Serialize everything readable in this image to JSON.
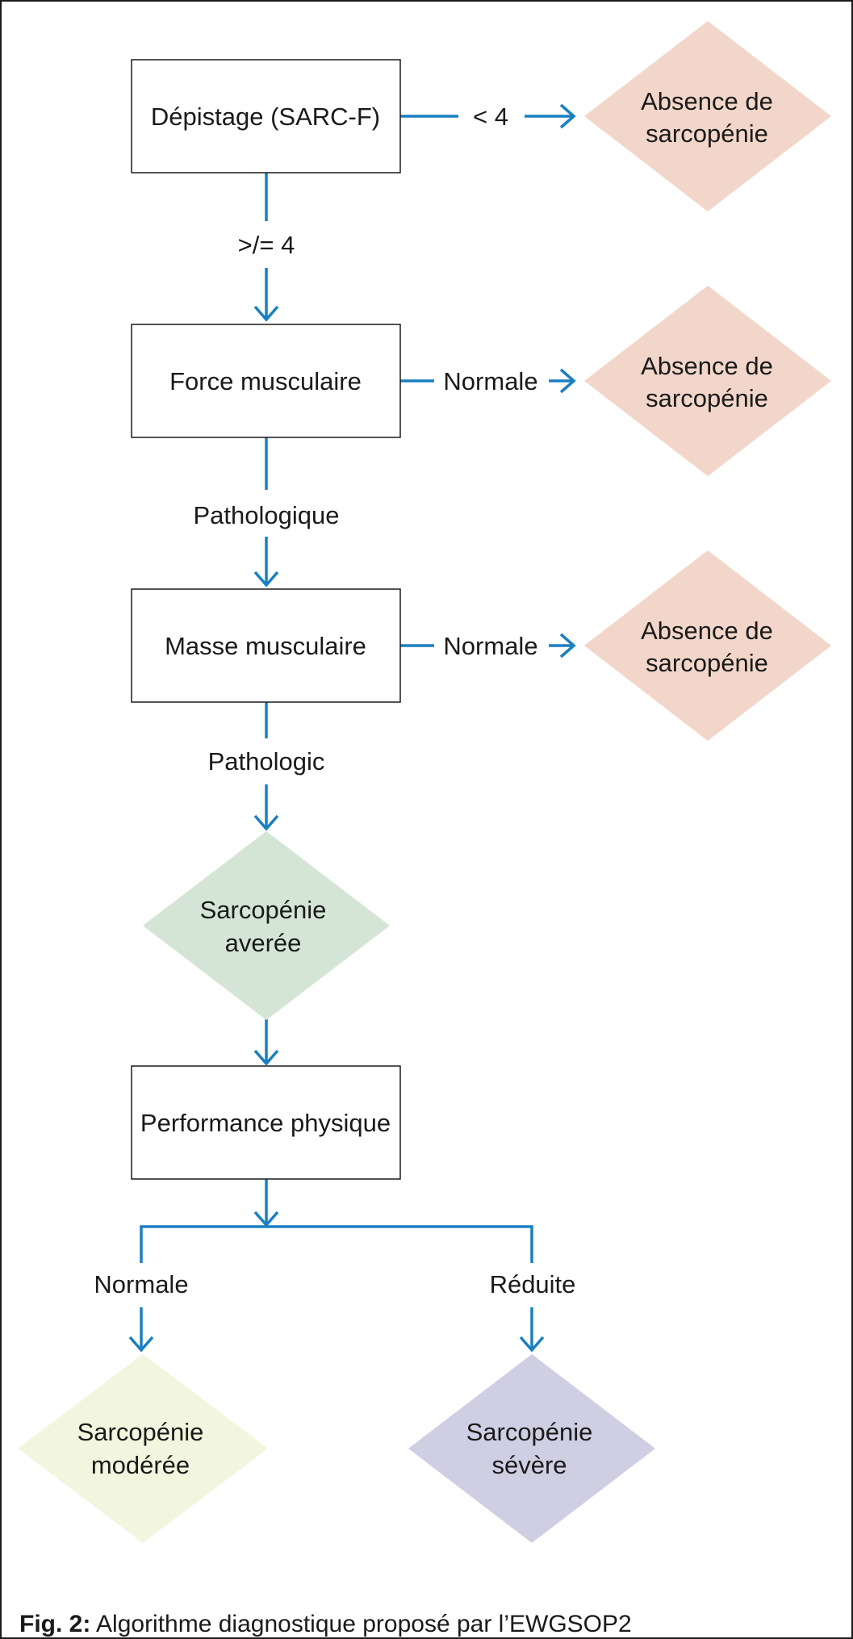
{
  "boxes": {
    "screening": "Dépistage (SARC-F)",
    "strength": "Force musculaire",
    "mass": "Masse musculaire",
    "performance": "Performance physique"
  },
  "edges": {
    "lt4": "< 4",
    "gte4": ">/= 4",
    "strength_normal": "Normale",
    "strength_pathological": "Pathologique",
    "mass_normal": "Normale",
    "mass_pathological": "Pathologic",
    "perf_normal": "Normale",
    "perf_reduced": "Réduite"
  },
  "outcomes": {
    "absence1": [
      "Absence de",
      "sarcopénie"
    ],
    "absence2": [
      "Absence de",
      "sarcopénie"
    ],
    "absence3": [
      "Absence de",
      "sarcopénie"
    ],
    "confirmed": [
      "Sarcopénie",
      "averée"
    ],
    "moderate": [
      "Sarcopénie",
      "modérée"
    ],
    "severe": [
      "Sarcopénie",
      "sévère"
    ]
  },
  "colors": {
    "line": "#1a7fc1",
    "absence": "#f2d6c9",
    "confirmed": "#d4e5d6",
    "moderate": "#f2f6df",
    "severe": "#d0cee3"
  },
  "caption": {
    "label": "Fig. 2:",
    "text": " Algorithme diagnostique proposé par l’EWGSOP2"
  }
}
